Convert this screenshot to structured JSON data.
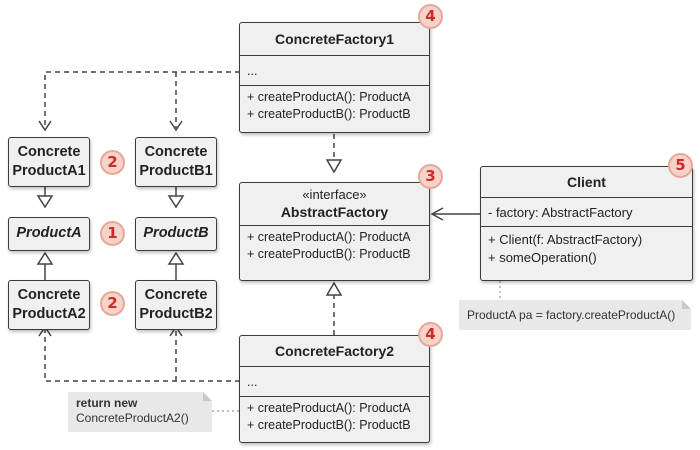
{
  "concrete_factory_1": {
    "name": "ConcreteFactory1",
    "field": "...",
    "methods": [
      "+ createProductA(): ProductA",
      "+ createProductB(): ProductB"
    ],
    "badge": "4"
  },
  "concrete_factory_2": {
    "name": "ConcreteFactory2",
    "field": "...",
    "methods": [
      "+ createProductA(): ProductA",
      "+ createProductB(): ProductB"
    ],
    "badge": "4"
  },
  "abstract_factory": {
    "stereotype": "«interface»",
    "name": "AbstractFactory",
    "methods": [
      "+ createProductA(): ProductA",
      "+ createProductB(): ProductB"
    ],
    "badge": "3"
  },
  "client": {
    "name": "Client",
    "field": "- factory: AbstractFactory",
    "methods": [
      "+ Client(f: AbstractFactory)",
      "+ someOperation()"
    ],
    "badge": "5"
  },
  "products": {
    "concrete_a1": {
      "line1": "Concrete",
      "line2": "ProductA1"
    },
    "concrete_b1": {
      "line1": "Concrete",
      "line2": "ProductB1"
    },
    "product_a": "ProductA",
    "product_b": "ProductB",
    "concrete_a2": {
      "line1": "Concrete",
      "line2": "ProductA2"
    },
    "concrete_b2": {
      "line1": "Concrete",
      "line2": "ProductB2"
    },
    "badge_concrete_1": "2",
    "badge_abstract": "1",
    "badge_concrete_2": "2"
  },
  "notes": {
    "client_note": "ProductA pa = factory.createProductA()",
    "factory_note_line1": "return new",
    "factory_note_line2": "ConcreteProductA2()"
  },
  "colors": {
    "box_fill": "#f0f0f0",
    "border": "#3b3b3b",
    "badge_fill": "#f6d3c8",
    "badge_text": "#cc2b2b",
    "note_fill": "#e8e8e8"
  }
}
